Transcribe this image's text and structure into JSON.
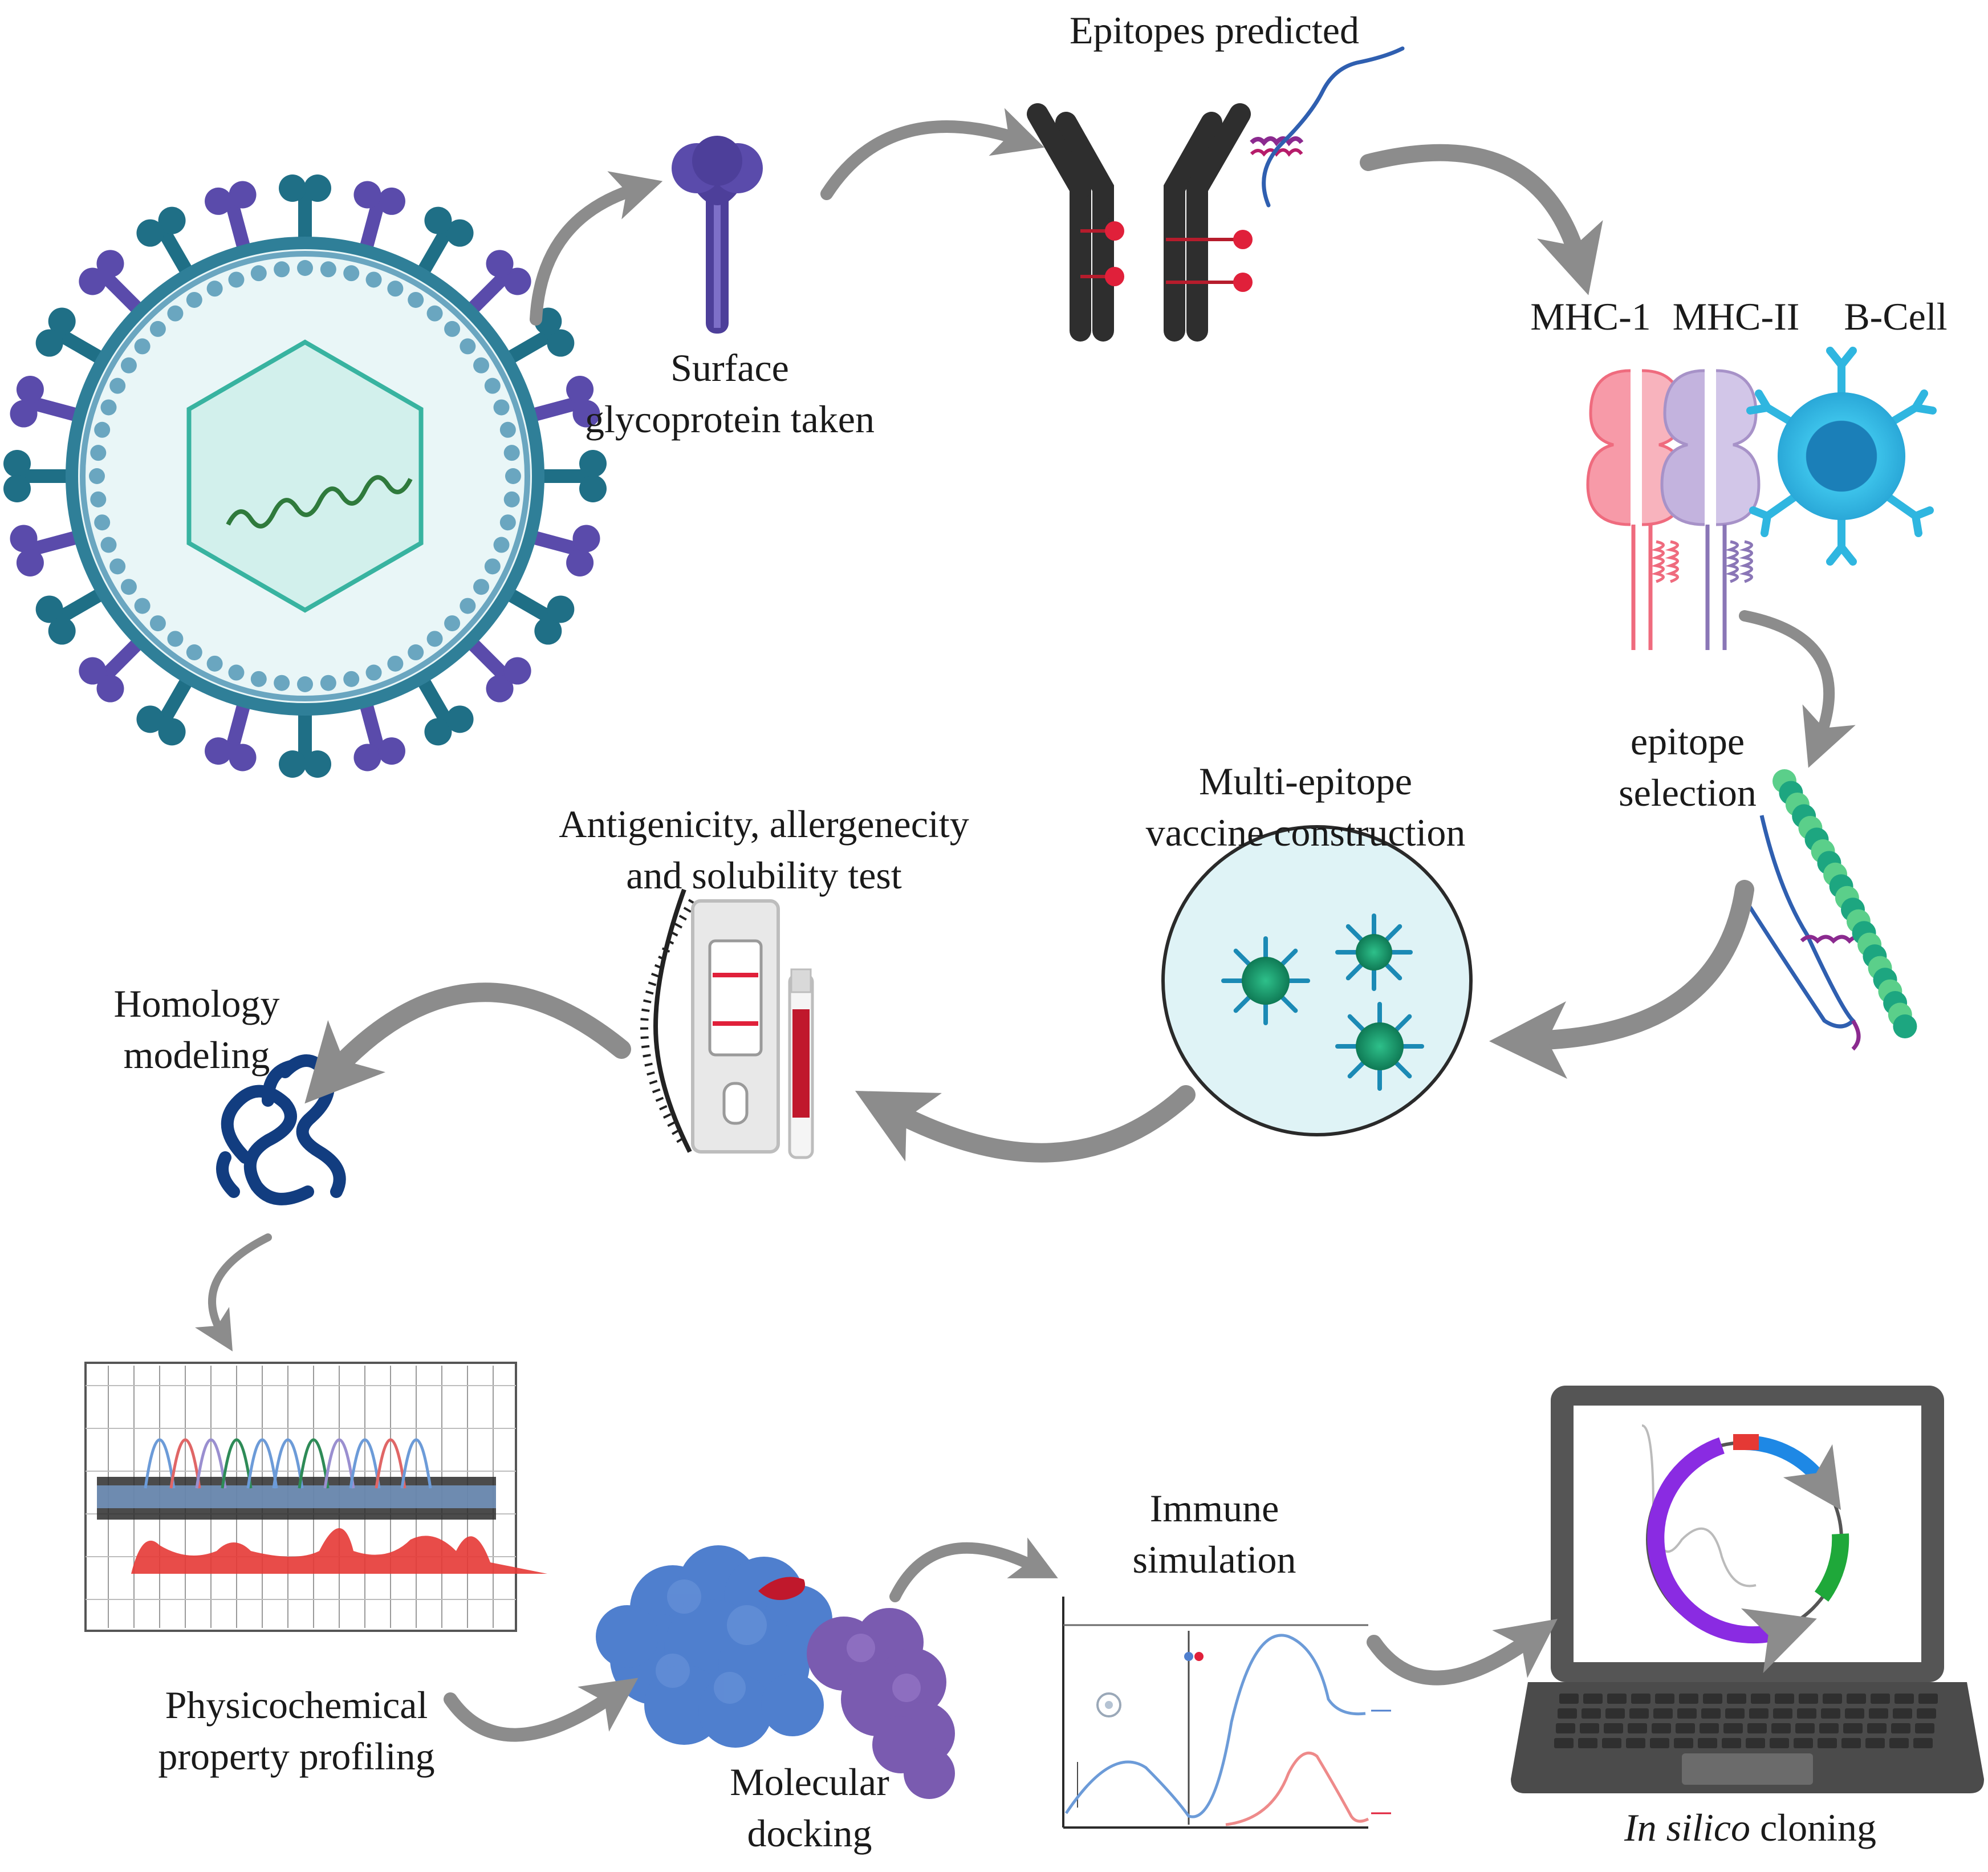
{
  "labels": {
    "surface": [
      "Surface",
      "glycoprotein taken"
    ],
    "epitopes_predicted": "Epitopes predicted",
    "mhc1": "MHC-1",
    "mhc2": "MHC-II",
    "bcell": "B-Cell",
    "epitope_selection": [
      "epitope",
      "selection"
    ],
    "multi_epitope": [
      "Multi-epitope",
      "vaccine construction"
    ],
    "antigenicity": [
      "Antigenicity, allergenecity",
      "and solubility test"
    ],
    "homology": [
      "Homology",
      "modeling"
    ],
    "physicochemical": [
      "Physicochemical",
      "property profiling"
    ],
    "docking": [
      "Molecular",
      "docking"
    ],
    "immune": [
      "Immune",
      "simulation"
    ],
    "cloning_italic": "In silico",
    "cloning_rest": " cloning"
  },
  "colors": {
    "arrow": "#8c8c8c",
    "virus_spike": "#1f6f86",
    "virus_membrane": "#6aa6c0",
    "glycoprotein": "#4d3f9a",
    "antibody": "#2e2e2e",
    "epitope_marker": "#e0203a",
    "mhc1": "#ef6b7e",
    "mhc2": "#a792c8",
    "bcell": "#2fb6e0",
    "vaccine_particle": "#1d9c6f",
    "protein_blue": "#4f7fce",
    "protein_purple": "#7a5bb0",
    "homology": "#123d80",
    "plasmid_purple": "#8a2be2",
    "plasmid_blue": "#1e88e5",
    "plasmid_green": "#1fa83a",
    "plasmid_red": "#e53935"
  },
  "icons": [
    "virus-icon",
    "glycoprotein-icon",
    "antibody-icon",
    "mhc1-icon",
    "mhc2-icon",
    "bcell-icon",
    "epitope-chain-icon",
    "vaccine-dish-icon",
    "test-kit-icon",
    "homology-structure-icon",
    "chromatogram-icon",
    "docking-complex-icon",
    "immune-plot-icon",
    "laptop-plasmid-icon"
  ]
}
